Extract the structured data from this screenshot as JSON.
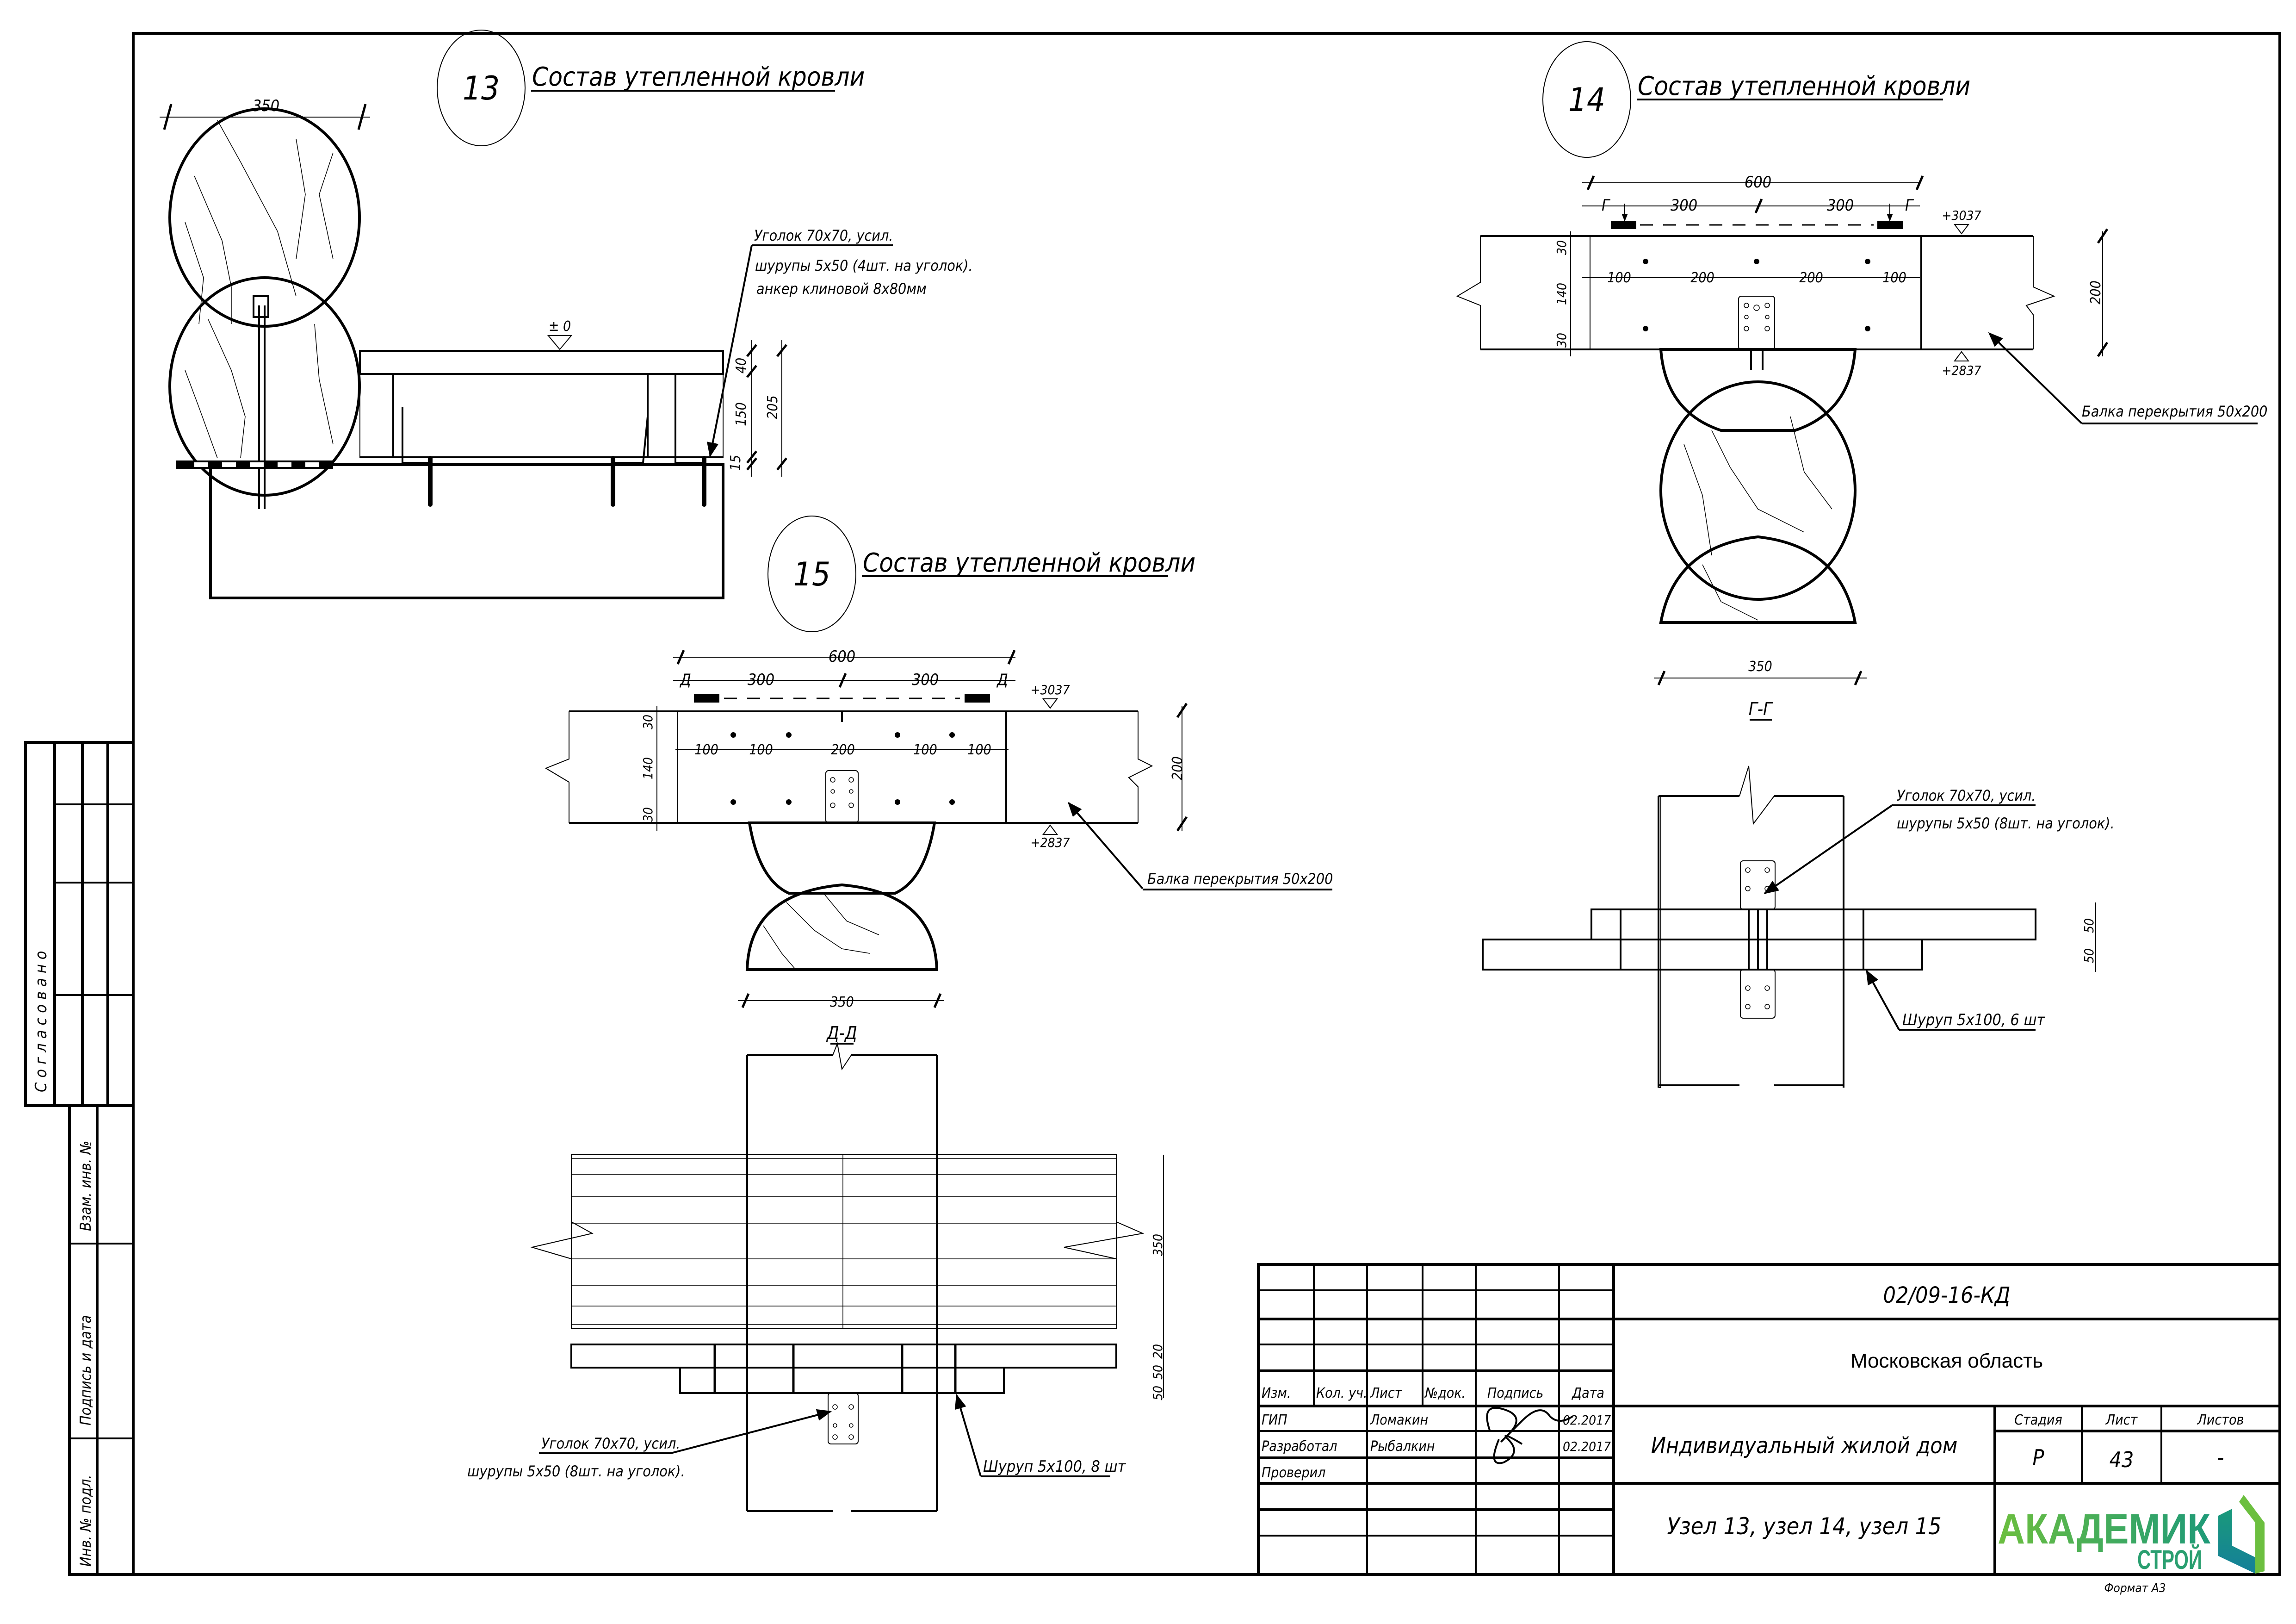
{
  "sheet": {
    "format_label": "Формат А3"
  },
  "side_stamp": {
    "agreed_label": "Согласовано",
    "ref_inv_label": "Взам. инв. №",
    "sign_date_label": "Подпись и дата",
    "inv_orig_label": "Инв. № подл."
  },
  "node13": {
    "number": "13",
    "title": "Состав утепленной кровли",
    "dim_width": "350",
    "level_mark": "± 0",
    "callout_line1": "Уголок 70х70, усил.",
    "callout_line2": "шурупы 5х50 (4шт. на уголок).",
    "callout_line3": "анкер клиновой  8х80мм",
    "dims_vertical": [
      "40",
      "150",
      "15",
      "205"
    ]
  },
  "node14": {
    "number": "14",
    "title": "Состав утепленной кровли",
    "dim_total": "600",
    "dim_halves": [
      "300",
      "300"
    ],
    "section_letter": "Г",
    "dim_spacing": [
      "100",
      "200",
      "200",
      "100"
    ],
    "dims_left": [
      "30",
      "140",
      "30"
    ],
    "dim_height": "200",
    "level_top": "+3037",
    "level_bottom": "+2837",
    "beam_callout": "Балка перекрытия 50х200",
    "log_width": "350",
    "section_title": "Г-Г",
    "section_callout_line1": "Уголок 70х70, усил.",
    "section_callout_line2": "шурупы 5х50 (8шт. на уголок).",
    "section_screw_callout": "Шуруп 5х100, 6 шт",
    "section_dims": [
      "50",
      "50"
    ]
  },
  "node15": {
    "number": "15",
    "title": "Состав утепленной кровли",
    "dim_total": "600",
    "dim_halves": [
      "300",
      "300"
    ],
    "section_letter": "Д",
    "dim_spacing": [
      "100",
      "100",
      "200",
      "100",
      "100"
    ],
    "dims_left": [
      "30",
      "140",
      "30"
    ],
    "dim_height": "200",
    "level_top": "+3037",
    "level_bottom": "+2837",
    "beam_callout": "Балка перекрытия 50х200",
    "log_width": "350",
    "section_title": "Д-Д",
    "section_callout_line1": "Уголок 70х70, усил.",
    "section_callout_line2": "шурупы 5х50 (8шт. на уголок).",
    "section_screw_callout": "Шуруп 5х100, 8 шт",
    "section_dims": [
      "350",
      "20",
      "50",
      "50"
    ]
  },
  "title_block": {
    "doc_code": "02/09-16-КД",
    "location": "Московская область",
    "object_name": "Индивидуальный жилой дом",
    "sheet_title": "Узел 13, узел 14, узел 15",
    "headers": [
      "Изм.",
      "Кол. уч.",
      "Лист",
      "№док.",
      "Подпись",
      "Дата"
    ],
    "staff": [
      {
        "role": "ГИП",
        "name": "Ломакин",
        "date": "02.2017"
      },
      {
        "role": "Разработал",
        "name": "Рыбалкин",
        "date": "02.2017"
      },
      {
        "role": "Проверил",
        "name": "",
        "date": ""
      }
    ],
    "stage_label": "Стадия",
    "sheet_label": "Лист",
    "sheets_label": "Листов",
    "stage_value": "Р",
    "sheet_value": "43",
    "sheets_value": "-",
    "logo_main": "АКАДЕМИК",
    "logo_sub": "СТРОЙ",
    "logo_colors": {
      "green": "#6cbf3f",
      "teal": "#1a8a8c",
      "mid": "#3aa864"
    }
  }
}
